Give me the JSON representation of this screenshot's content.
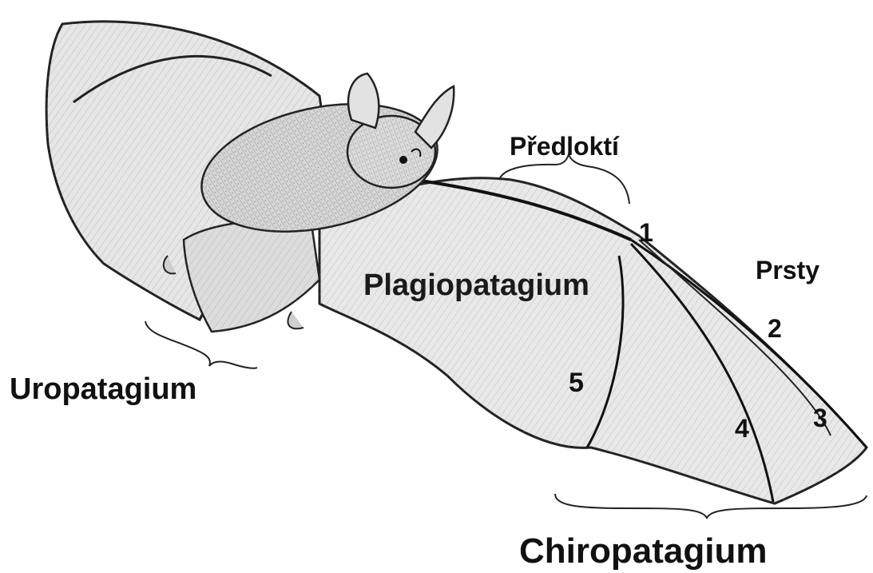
{
  "labels": {
    "uropatagium": "Uropatagium",
    "plagiopatagium": "Plagiopatagium",
    "chiropatagium": "Chiropatagium",
    "predlokti": "Předloktí",
    "prsty": "Prsty"
  },
  "digits": {
    "d1": "1",
    "d2": "2",
    "d3": "3",
    "d4": "4",
    "d5": "5"
  }
}
